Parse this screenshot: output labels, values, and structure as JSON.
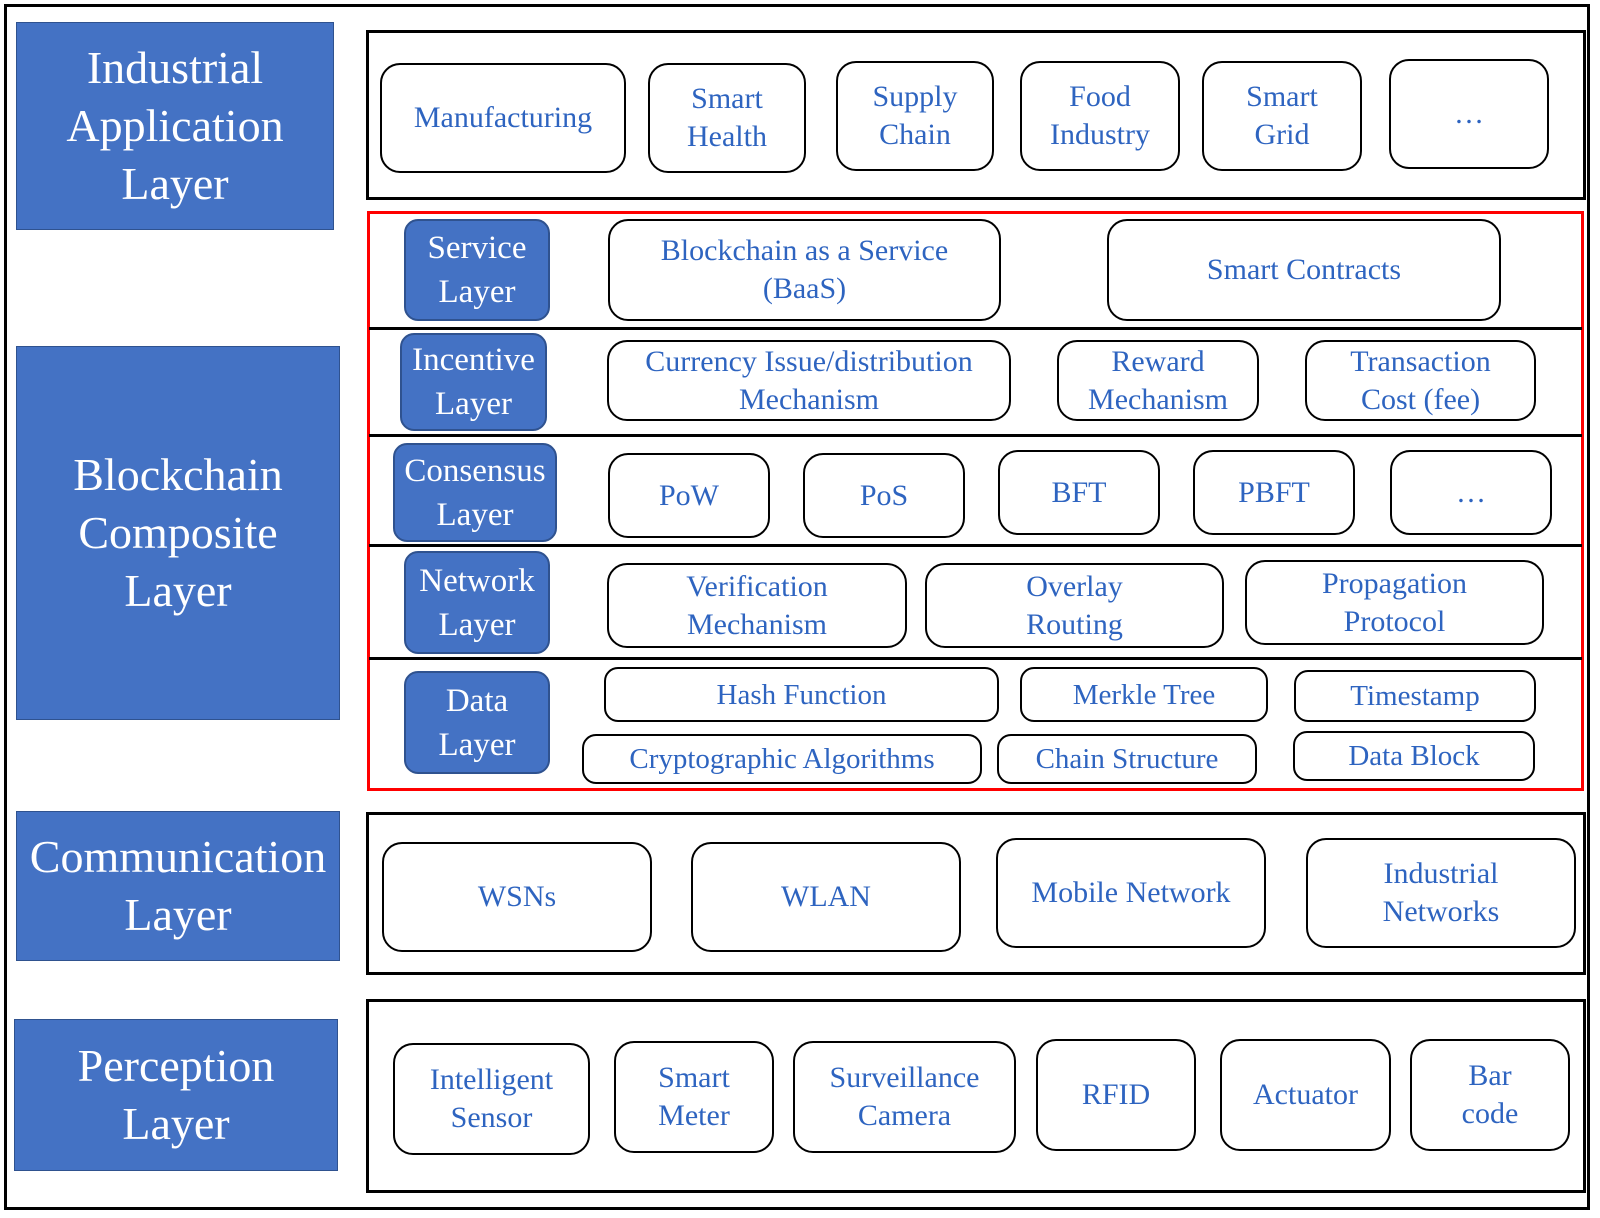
{
  "colors": {
    "label_fill": "#4472C4",
    "label_text": "#FFFFFF",
    "item_text": "#2E64C0",
    "highlight_border": "#FF0000"
  },
  "layers": {
    "industrial": {
      "label": "Industrial\nApplication\nLayer",
      "items": [
        "Manufacturing",
        "Smart\nHealth",
        "Supply\nChain",
        "Food\nIndustry",
        "Smart\nGrid",
        "…"
      ]
    },
    "blockchain": {
      "label": "Blockchain\nComposite\nLayer",
      "service": {
        "label": "Service\nLayer",
        "items": [
          "Blockchain as a Service\n(BaaS)",
          "Smart Contracts"
        ]
      },
      "incentive": {
        "label": "Incentive\nLayer",
        "items": [
          "Currency Issue/distribution\nMechanism",
          "Reward\nMechanism",
          "Transaction\nCost (fee)"
        ]
      },
      "consensus": {
        "label": "Consensus\nLayer",
        "items": [
          "PoW",
          "PoS",
          "BFT",
          "PBFT",
          "…"
        ]
      },
      "network": {
        "label": "Network\nLayer",
        "items": [
          "Verification\nMechanism",
          "Overlay\nRouting",
          "Propagation\nProtocol"
        ]
      },
      "data": {
        "label": "Data\nLayer",
        "items": [
          "Hash Function",
          "Merkle Tree",
          "Timestamp",
          "Cryptographic Algorithms",
          "Chain Structure",
          "Data Block"
        ]
      }
    },
    "communication": {
      "label": "Communication\nLayer",
      "items": [
        "WSNs",
        "WLAN",
        "Mobile Network",
        "Industrial\nNetworks"
      ]
    },
    "perception": {
      "label": "Perception\nLayer",
      "items": [
        "Intelligent\nSensor",
        "Smart\nMeter",
        "Surveillance\nCamera",
        "RFID",
        "Actuator",
        "Bar\ncode"
      ]
    }
  }
}
